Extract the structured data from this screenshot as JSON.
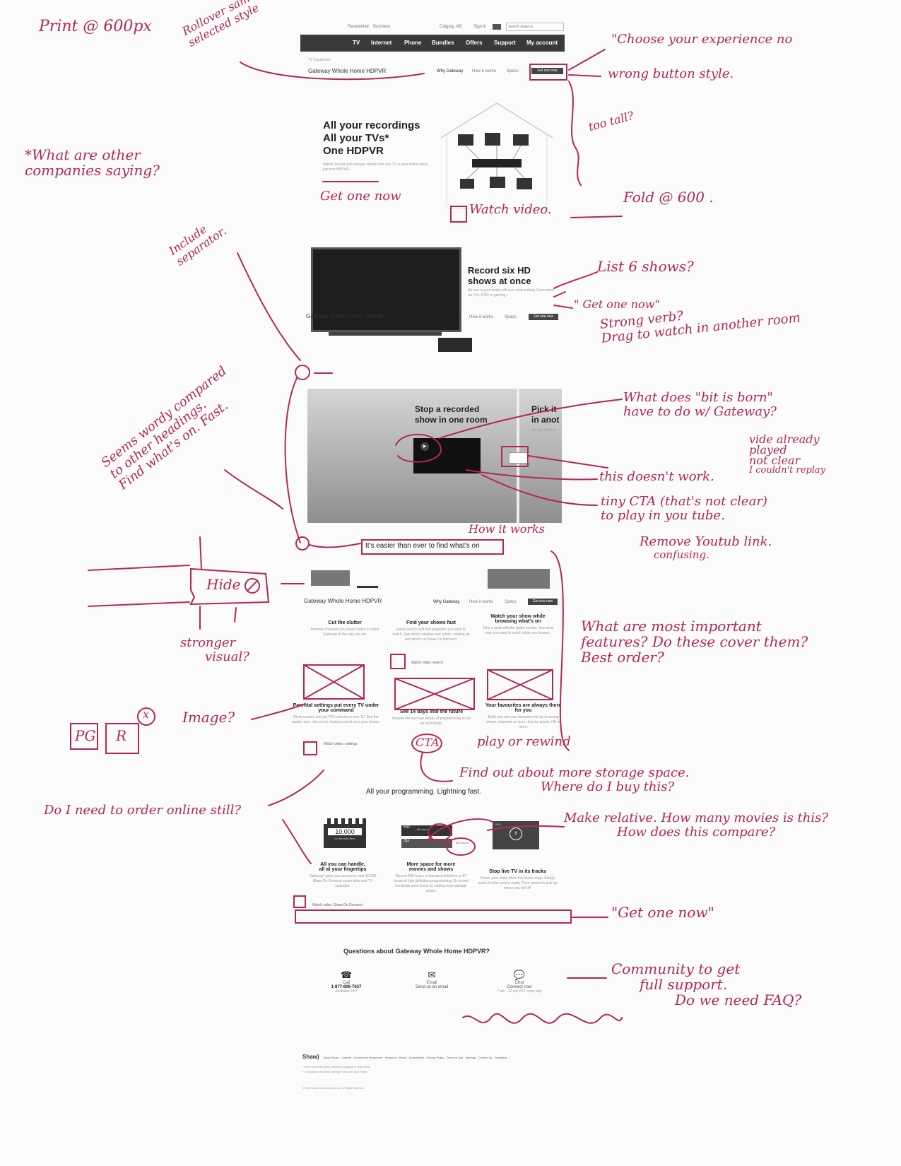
{
  "colors": {
    "ink": "#b3294e",
    "nav_bg": "#3a3a3a",
    "button_bg": "#444444"
  },
  "page": {
    "topbar": {
      "left1": "Residential",
      "left2": "Business",
      "location": "Calgary, AB",
      "signin": "Sign in",
      "search_placeholder": "Search shaw.ca"
    },
    "brand": "Shaw)",
    "nav": [
      "TV",
      "Internet",
      "Phone",
      "Bundles",
      "Offers",
      "Support",
      "My account"
    ],
    "crumb": "TV Equipment",
    "product_title": "Gateway Whole Home HDPVR",
    "subnav": [
      "Why Gateway",
      "How it works",
      "Specs"
    ],
    "cta_small": "Get one now",
    "hero": {
      "heading_lines": [
        "All your recordings",
        "All your TVs*",
        "One HDPVR"
      ],
      "subtext": "Watch, record and manage shows from any TV in your home using just one HDPVR."
    },
    "record": {
      "heading_lines": [
        "Record six HD",
        "shows at once"
      ],
      "subtext": "No one in your family will ever miss a thing. Even when six TVs, DVD or gaming..."
    },
    "stop": {
      "heading_lines": [
        "Stop a recorded",
        "show in one room"
      ],
      "pick_lines": [
        "Pick it",
        "in anot"
      ],
      "pick_sub": "So you won't m"
    },
    "easier_heading": "It's easier than ever to find what's on",
    "features_row1": [
      {
        "title": "Cut the clutter",
        "text": "Remove channels you never watch to make Gateway fit the way you do."
      },
      {
        "title": "Find your shows fast",
        "text": "Easily search and find programs you want to watch. See what's playing now, what's coming up and what's on Shaw On Demand."
      },
      {
        "title": "Watch your show while browsing what's on",
        "text": "Take a peek with the guide overlay. See what else you want to watch while you browse."
      }
    ],
    "watch_video_search": "Watch video: search",
    "features_row2": [
      {
        "title": "Parental settings put every TV under your command",
        "text": "Block content and set PIN controls on one TV. See the family room. Set a lock. Instant control over your shows."
      },
      {
        "title": "See 14 days into the future",
        "text": "Browse the next two weeks of programming to set up recordings."
      },
      {
        "title": "Your favourites are always there for you",
        "text": "Build and edit your favourites list by browsing shows, channels or more. Sort by sports, HD or more."
      }
    ],
    "watch_video_settings": "Watch video: settings",
    "programming_heading": "All your programming. Lightning fast.",
    "clapper_number": "10,000",
    "clapper_sub": "on demand titles",
    "storage_hd": "HD",
    "storage_sd": "SD",
    "storage_small1": "66 hours",
    "storage_small2": "580 hours",
    "live_label": "LIVE",
    "pause_icon": "II",
    "features_row3": [
      {
        "title_lines": [
          "All you can handle,",
          "all at your fingertips"
        ],
        "text": "Gateway* gives you access to over 10,000 Shaw On Demand movie titles and TV episodes."
      },
      {
        "title_lines": [
          "More space for more",
          "movies and shows"
        ],
        "text": "Record 500 hours of standard definition or 87 hours of high definition programming. Or record hundreds more hours by adding more storage space."
      },
      {
        "title_lines": [
          "Stop live TV in its tracks",
          ""
        ],
        "text": "Pause your show when the phone rings. Simply watch it when you're ready. Then rewind to pick up where you left off."
      }
    ],
    "watch_video_ondemand": "Watch video: Shaw On Demand",
    "questions_heading": "Questions about Gateway Whole Home HDPVR?",
    "contact": [
      {
        "label": "Call",
        "value": "1-877-806-7637",
        "note": "Available 24/7"
      },
      {
        "label": "Email",
        "value": "Send us an email",
        "note": ""
      },
      {
        "label": "Chat",
        "value": "Connect now",
        "note": "7 am - 12 am PST every day"
      }
    ],
    "footer_links": [
      "About Shaw",
      "Careers",
      "Community Investment",
      "Investors",
      "Media",
      "Accessibility",
      "Privacy Policy",
      "Terms of Use",
      "Sitemap",
      "Contact Us",
      "Feedback"
    ],
    "footer_note1": "* Some restrictions apply. Gateway is available in select areas.",
    "footer_note2": "** Compatible with Shaw Gateway Portal and Home Phone.",
    "copyright": "© 2015 Shaw Communications Inc. All Rights Reserved."
  },
  "notes": {
    "print": "Print @ 600px",
    "rollover": [
      "Rollover same as",
      "selected style"
    ],
    "choose": "\"Choose your experience no",
    "wrong_button": "wrong button style.",
    "too_tall": "too tall?",
    "other_companies": [
      "*What are other",
      "companies saying?"
    ],
    "get_one_now_1": "Get one now",
    "watch_video": "Watch video.",
    "fold": "Fold @ 600 .",
    "separator": [
      "Include",
      "separator."
    ],
    "list_shows": "List 6 shows?",
    "get_one_now_2": "\" Get one now\"",
    "strong_verb": [
      "Strong verb?",
      "Drag to watch in another room"
    ],
    "wordy": [
      "Seems wordy compared",
      "to other headings.",
      "Find what's on. Fast."
    ],
    "bit_born": [
      "What does \"bit is born\"",
      "have to do w/ Gateway?"
    ],
    "video_played": [
      "vide already",
      "played",
      "not clear",
      "I couldn't replay"
    ],
    "doesnt_work": "this doesn't work.",
    "tiny_cta": [
      "tiny CTA (that's not clear)",
      "to play in you tube."
    ],
    "remove_youtube": [
      "Remove Youtub link.",
      "confusing."
    ],
    "how_it_works": "How it works",
    "hide": "Hide",
    "stronger_visual": [
      "stronger",
      "visual?"
    ],
    "important": [
      "What are most important",
      "features? Do these cover them?",
      "Best order?"
    ],
    "image": "Image?",
    "pg": "PG",
    "r": "R",
    "x": "x",
    "cta": "CTA",
    "play_rewind": "play or rewind",
    "storage": [
      "Find out about more storage space.",
      "Where do I buy this?"
    ],
    "order_online": "Do I need to order online still?",
    "relative": [
      "Make relative. How many movies is this?",
      "How does this compare?"
    ],
    "get_one_now_3": "\"Get one now\"",
    "community": [
      "Community to get",
      "full support.",
      "Do we need FAQ?"
    ],
    "scribble": "mmmmmmmmmm"
  }
}
